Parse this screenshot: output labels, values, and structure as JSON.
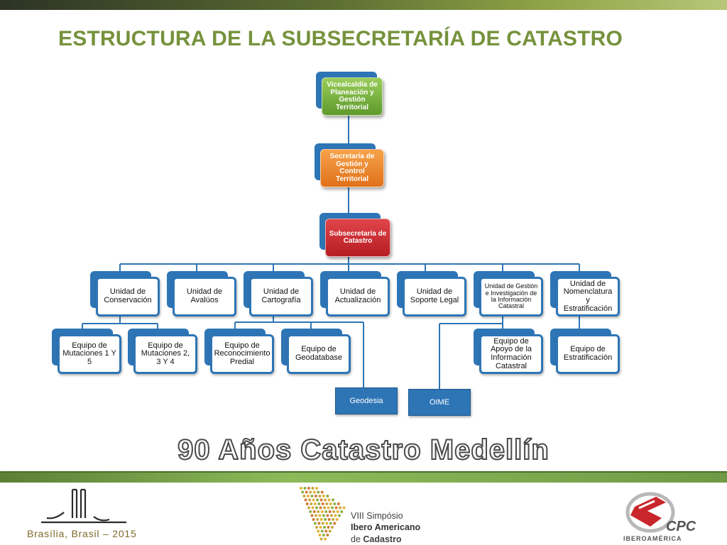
{
  "title": "ESTRUCTURA DE LA SUBSECRETARÍA DE CATASTRO",
  "nodes": {
    "vicealcaldia": "Vicealcaldía de Planeación y Gestión Territorial",
    "secretaria": "Secretaría de Gestión y Control Territorial",
    "subsecretaria": "Subsecretaría de Catastro",
    "units": [
      "Unidad de Conservación",
      "Unidad de Avalúos",
      "Unidad de Cartografía",
      "Unidad de Actualización",
      "Unidad de Soporte Legal",
      "Unidad de Gestión e Investigación de la Información Catastral",
      "Unidad de Nomenclatura y Estratificación"
    ],
    "teams": [
      "Equipo de Mutaciones 1 Y 5",
      "Equipo de Mutaciones 2, 3 Y 4",
      "Equipo de Reconocimiento Predial",
      "Equipo de Geodatabase",
      "Equipo de Apoyo de la Información Catastral",
      "Equipo de Estratificación"
    ],
    "geodesia": "Geodesia",
    "oime": "OIME"
  },
  "banner": "90 Años Catastro Medellín",
  "footer": {
    "city": "Brasília, Brasil – 2015",
    "symposium_line1": "VIII Simpósio",
    "symposium_line2": "Ibero Americano",
    "symposium_line3_prefix": "de ",
    "symposium_line3_bold": "Cadastro",
    "cpc_logo": "CPC",
    "cpc_sub": "IBEROAMÉRICA"
  },
  "colors": {
    "title": "#76923c",
    "node_blue": "#2e75b6",
    "green": "#6aab34",
    "orange": "#ef8424",
    "red": "#c9262b"
  }
}
